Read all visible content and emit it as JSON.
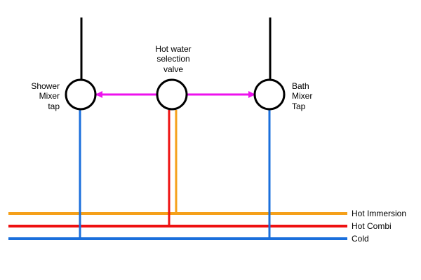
{
  "labels": {
    "shower": [
      "Shower",
      "Mixer",
      "tap"
    ],
    "valve": [
      "Hot water",
      "selection",
      "valve"
    ],
    "bath": [
      "Bath",
      "Mixer",
      "Tap"
    ]
  },
  "legend": {
    "hot_immersion": "Hot Immersion",
    "hot_combi": "Hot Combi",
    "cold": "Cold"
  },
  "colors": {
    "hot_immersion": "#f5a01a",
    "hot_combi": "#ee1111",
    "cold": "#1a6fdc",
    "selection_arrow": "#ee11ee",
    "outline": "#000000"
  }
}
